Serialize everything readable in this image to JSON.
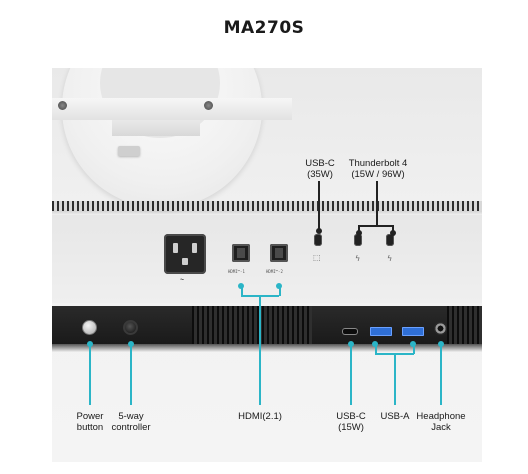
{
  "title": "MA270S",
  "labels": {
    "usbc_top_1": "USB-C",
    "usbc_top_2": "(35W)",
    "tb4_1": "Thunderbolt 4",
    "tb4_2": "(15W / 96W)",
    "power_button_1": "Power",
    "power_button_2": "button",
    "controller_1": "5-way",
    "controller_2": "controller",
    "hdmi": "HDMI(2.1)",
    "usbc_bottom_1": "USB-C",
    "usbc_bottom_2": "(15W)",
    "usba": "USB-A",
    "headphone_1": "Headphone",
    "headphone_2": "Jack"
  },
  "port_glyphs": {
    "power": "⏦",
    "usbc": "⬚",
    "tb_1": "ϟ",
    "tb_2": "ϟ"
  },
  "hdmi_ports": [
    {
      "label": "HDMI™-1"
    },
    {
      "label": "HDMI™-2"
    }
  ],
  "colors": {
    "callout_teal": "#2bb5c7",
    "callout_dark": "#222222",
    "usba_blue": "#2f6fd6",
    "panel_light": "#ececec",
    "bar_dark": "#1e1e1e"
  },
  "icons": [
    "power-socket-icon",
    "hdmi-port-icon",
    "usb-c-port-icon",
    "thunderbolt-icon",
    "usb-a-port-icon",
    "headphone-jack-icon",
    "power-button-icon",
    "joystick-icon"
  ]
}
